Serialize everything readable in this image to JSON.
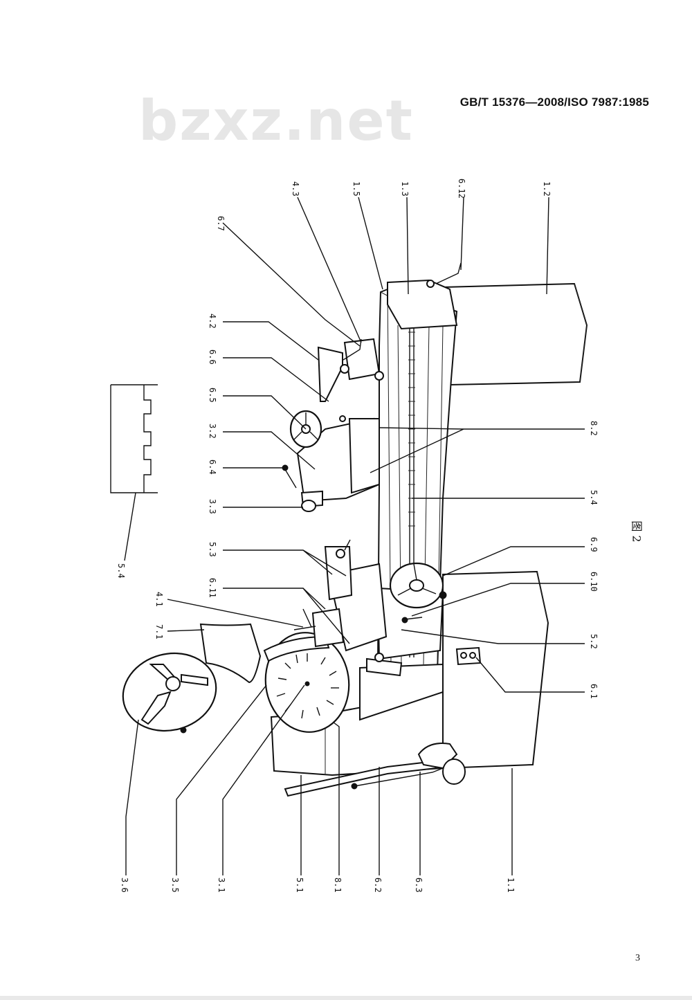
{
  "header": {
    "standard_code": "GB/T 15376—2008/ISO 7987:1985"
  },
  "watermark": {
    "text": "bzxz.net"
  },
  "figure": {
    "caption": "图 2",
    "labels": {
      "l_6_7": "6.7",
      "l_4_3": "4.3",
      "l_1_5": "1.5",
      "l_1_3": "1.3",
      "l_6_12": "6.12",
      "l_1_2": "1.2",
      "l_4_2": "4.2",
      "l_6_6": "6.6",
      "l_6_5": "6.5",
      "l_3_2": "3.2",
      "l_6_4": "6.4",
      "l_3_3": "3.3",
      "l_5_3": "5.3",
      "l_6_11": "6.11",
      "l_4_1": "4.1",
      "l_7_1": "7.1",
      "l_5_4_left": "5.4",
      "l_8_2": "8.2",
      "l_5_4": "5.4",
      "l_6_9": "6.9",
      "l_6_10": "6.10",
      "l_5_2": "5.2",
      "l_6_1": "6.1",
      "l_3_6": "3.6",
      "l_3_5": "3.5",
      "l_3_1": "3.1",
      "l_5_1": "5.1",
      "l_8_1": "8.1",
      "l_6_2": "6.2",
      "l_6_3": "6.3",
      "l_1_1": "1.1"
    }
  },
  "footer": {
    "page_number": "3"
  }
}
